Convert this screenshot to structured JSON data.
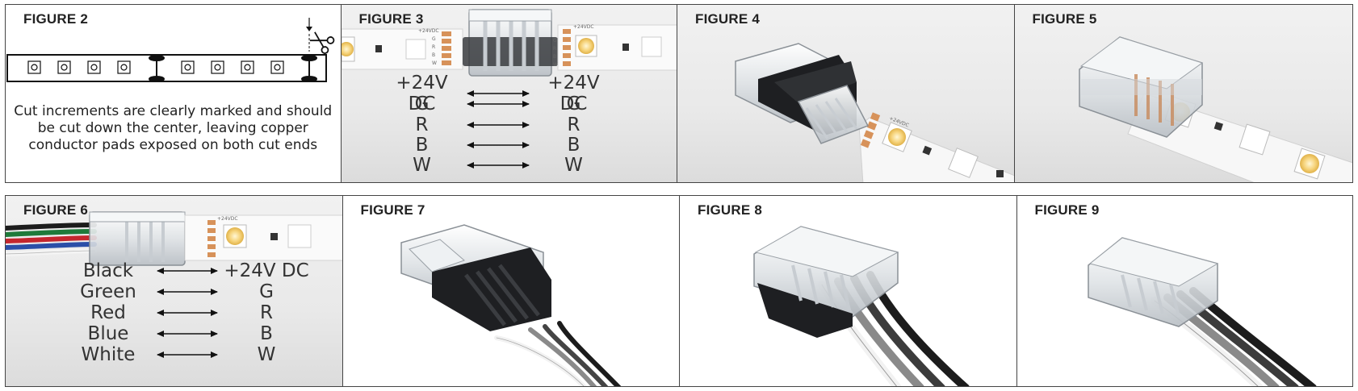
{
  "figures": {
    "fig2": {
      "title": "FIGURE 2",
      "caption": "Cut increments are clearly marked and should be cut down the center, leaving copper conductor pads exposed on both cut ends"
    },
    "fig3": {
      "title": "FIGURE 3",
      "pad_labels": [
        "+24VDC",
        "G",
        "R",
        "B",
        "W"
      ],
      "mapping": [
        {
          "left": "+24V DC",
          "right": "+24V DC"
        },
        {
          "left": "G",
          "right": "G"
        },
        {
          "left": "R",
          "right": "R"
        },
        {
          "left": "B",
          "right": "B"
        },
        {
          "left": "W",
          "right": "W"
        }
      ]
    },
    "fig4": {
      "title": "FIGURE 4",
      "pad_label": "+24VDC"
    },
    "fig5": {
      "title": "FIGURE 5"
    },
    "fig6": {
      "title": "FIGURE 6",
      "pad_label": "+24VDC",
      "mapping": [
        {
          "left": "Black",
          "right": "+24V DC"
        },
        {
          "left": "Green",
          "right": "G"
        },
        {
          "left": "Red",
          "right": "R"
        },
        {
          "left": "Blue",
          "right": "B"
        },
        {
          "left": "White",
          "right": "W"
        }
      ]
    },
    "fig7": {
      "title": "FIGURE 7"
    },
    "fig8": {
      "title": "FIGURE 8"
    },
    "fig9": {
      "title": "FIGURE 9"
    }
  },
  "colors": {
    "wire_black": "#1c1c1c",
    "wire_green": "#1e7a3a",
    "wire_red": "#c4262e",
    "wire_blue": "#2b4fa8",
    "wire_white": "#f4f4f4",
    "copper": "#d7925a",
    "led_warm": "#f6d37a"
  },
  "icons": [
    "scissors-icon",
    "arrow-down-icon",
    "double-arrow-icon"
  ]
}
